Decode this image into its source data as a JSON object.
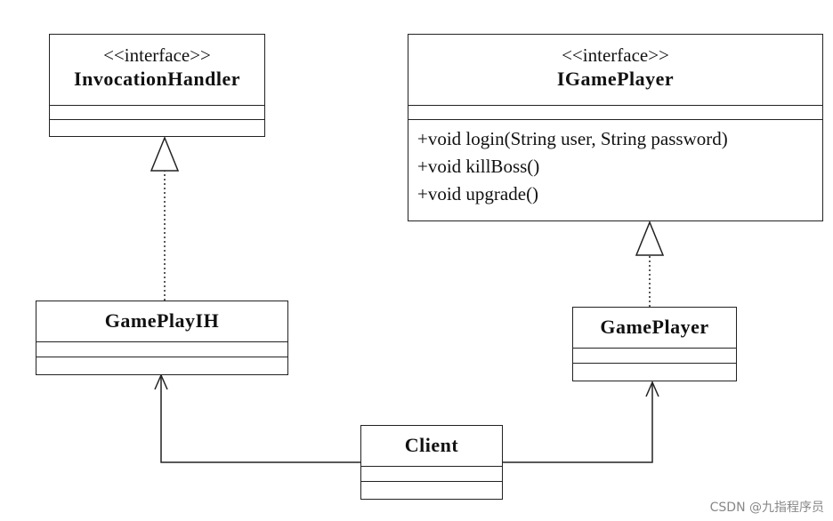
{
  "classes": {
    "invocation_handler": {
      "stereotype": "<<interface>>",
      "name": "InvocationHandler"
    },
    "igameplayer": {
      "stereotype": "<<interface>>",
      "name": "IGamePlayer",
      "operations": [
        "+void login(String user, String password)",
        "+void killBoss()",
        "+void upgrade()"
      ]
    },
    "gameplayih": {
      "name": "GamePlayIH"
    },
    "gameplayer": {
      "name": "GamePlayer"
    },
    "client": {
      "name": "Client"
    }
  },
  "relations": [
    {
      "type": "realization",
      "from": "GamePlayIH",
      "to": "InvocationHandler"
    },
    {
      "type": "realization",
      "from": "GamePlayer",
      "to": "IGamePlayer"
    },
    {
      "type": "association",
      "from": "Client",
      "to": "GamePlayIH"
    },
    {
      "type": "association",
      "from": "Client",
      "to": "GamePlayer"
    }
  ],
  "watermark": "CSDN @九指程序员",
  "colors": {
    "line": "#222222",
    "background": "#ffffff",
    "watermark": "#888888"
  }
}
